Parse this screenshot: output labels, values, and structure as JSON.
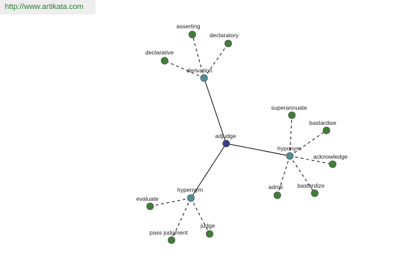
{
  "watermark": "http://www.artikata.com",
  "colors": {
    "center_node": "#2e3f8f",
    "hub_node": "#4e8f99",
    "leaf_node": "#3f7f35",
    "solid_edge": "#000000",
    "dashed_edge": "#000000"
  },
  "center": {
    "label": "adjudge"
  },
  "hubs": [
    {
      "id": "derivation",
      "label": "derivation",
      "leaves": [
        "asserting",
        "declaratory",
        "declarative"
      ]
    },
    {
      "id": "hyponym",
      "label": "hyponym",
      "leaves": [
        "superannuate",
        "bastardise",
        "acknowledge",
        "bastardize",
        "admit"
      ]
    },
    {
      "id": "hypernym",
      "label": "hypernym",
      "leaves": [
        "evaluate",
        "pass judgment",
        "judge"
      ]
    }
  ]
}
